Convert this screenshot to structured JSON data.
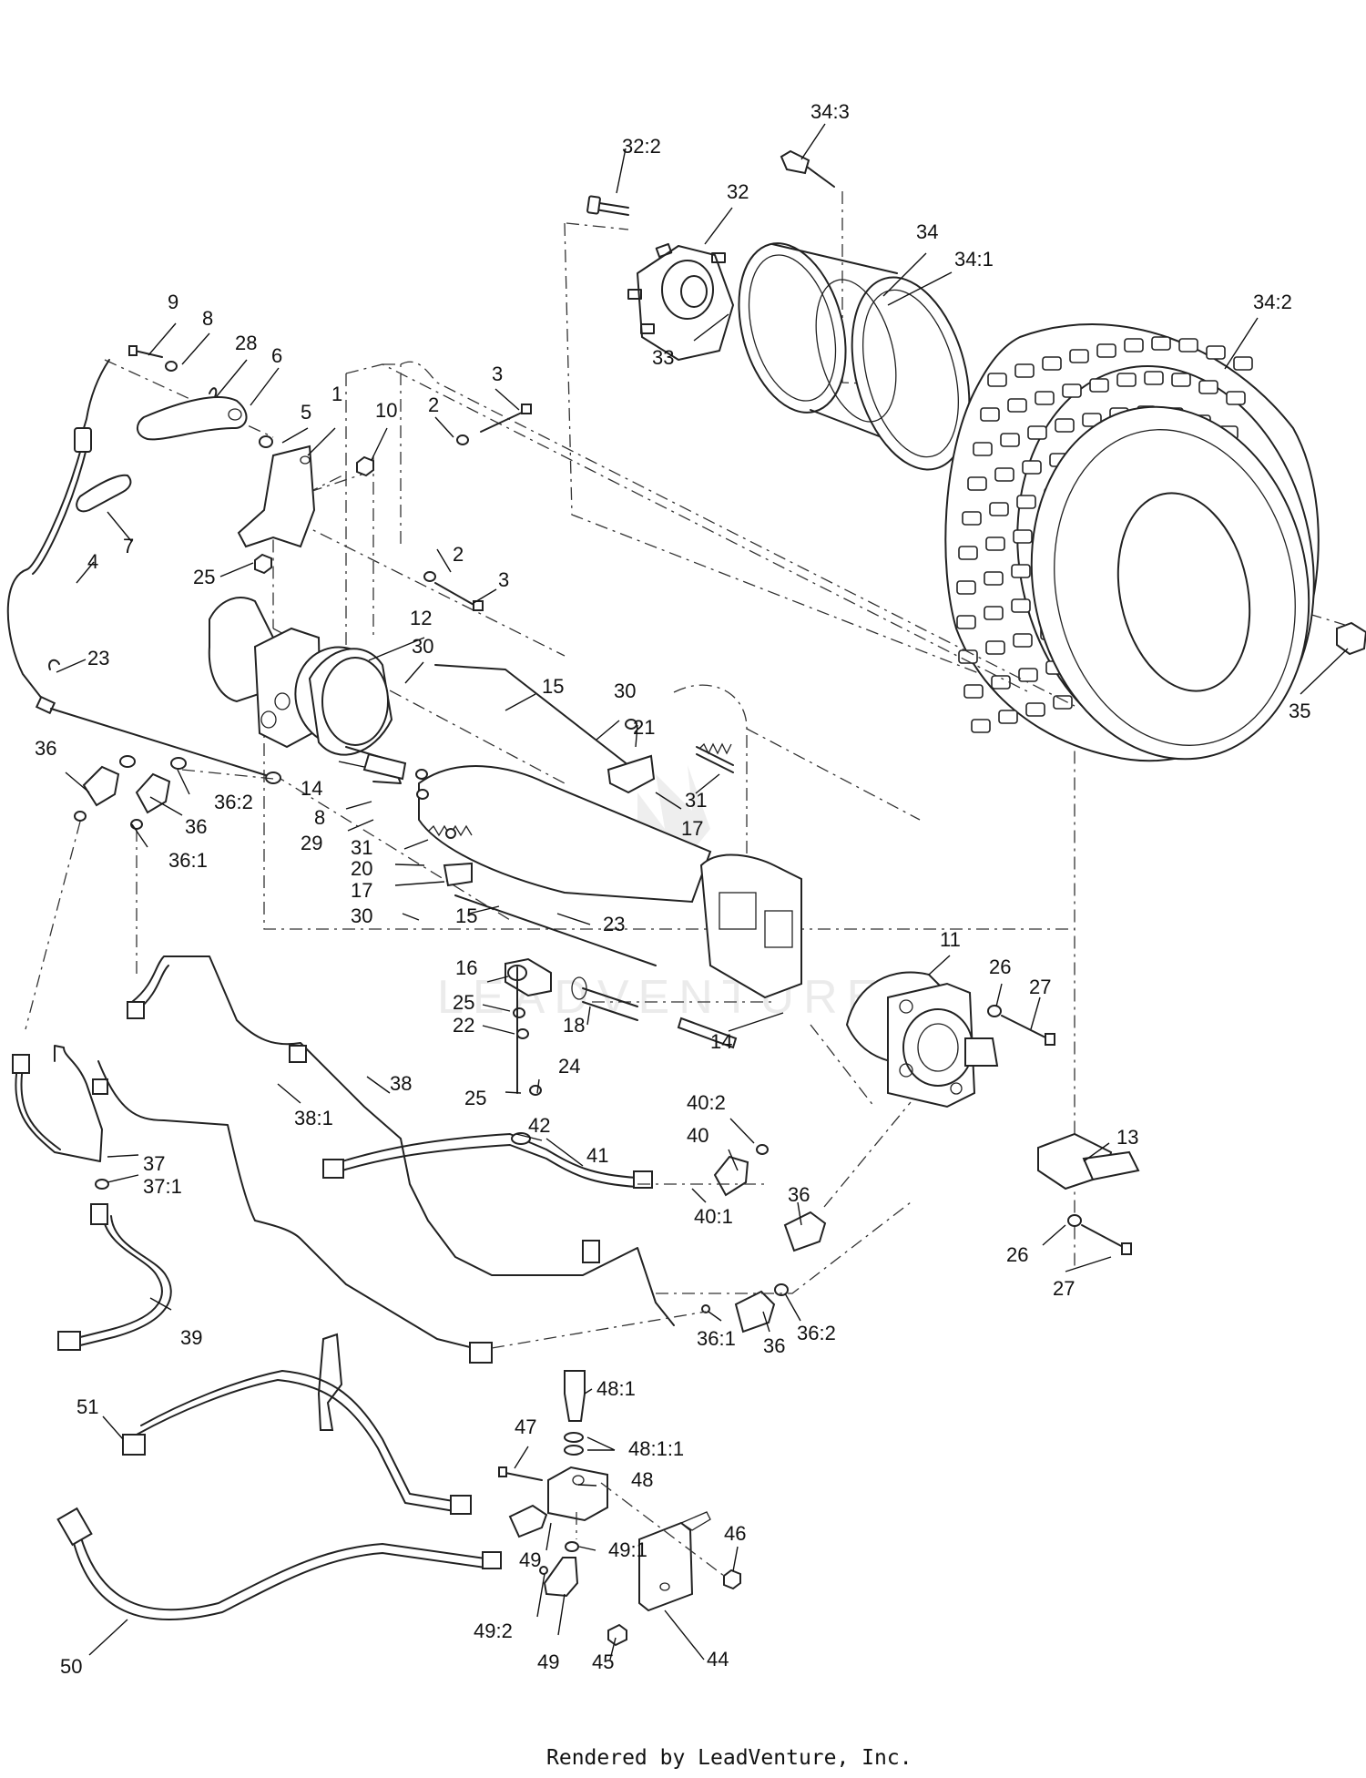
{
  "diagram": {
    "callouts": [
      {
        "id": "c-34-3",
        "text": "34:3"
      },
      {
        "id": "c-32-2",
        "text": "32:2"
      },
      {
        "id": "c-32",
        "text": "32"
      },
      {
        "id": "c-34",
        "text": "34"
      },
      {
        "id": "c-34-1",
        "text": "34:1"
      },
      {
        "id": "c-34-2",
        "text": "34:2"
      },
      {
        "id": "c-33",
        "text": "33"
      },
      {
        "id": "c-35",
        "text": "35"
      },
      {
        "id": "c-9",
        "text": "9"
      },
      {
        "id": "c-8a",
        "text": "8"
      },
      {
        "id": "c-28",
        "text": "28"
      },
      {
        "id": "c-6",
        "text": "6"
      },
      {
        "id": "c-5",
        "text": "5"
      },
      {
        "id": "c-1",
        "text": "1"
      },
      {
        "id": "c-10",
        "text": "10"
      },
      {
        "id": "c-2a",
        "text": "2"
      },
      {
        "id": "c-3a",
        "text": "3"
      },
      {
        "id": "c-7",
        "text": "7"
      },
      {
        "id": "c-4",
        "text": "4"
      },
      {
        "id": "c-25a",
        "text": "25"
      },
      {
        "id": "c-2b",
        "text": "2"
      },
      {
        "id": "c-3b",
        "text": "3"
      },
      {
        "id": "c-12",
        "text": "12"
      },
      {
        "id": "c-23a",
        "text": "23"
      },
      {
        "id": "c-30a",
        "text": "30"
      },
      {
        "id": "c-15a",
        "text": "15"
      },
      {
        "id": "c-30b",
        "text": "30"
      },
      {
        "id": "c-21",
        "text": "21"
      },
      {
        "id": "c-31a",
        "text": "31"
      },
      {
        "id": "c-17a",
        "text": "17"
      },
      {
        "id": "c-36a",
        "text": "36"
      },
      {
        "id": "c-36-2a",
        "text": "36:2"
      },
      {
        "id": "c-36b",
        "text": "36"
      },
      {
        "id": "c-36-1a",
        "text": "36:1"
      },
      {
        "id": "c-14a",
        "text": "14"
      },
      {
        "id": "c-8b",
        "text": "8"
      },
      {
        "id": "c-29",
        "text": "29"
      },
      {
        "id": "c-31b",
        "text": "31"
      },
      {
        "id": "c-20",
        "text": "20"
      },
      {
        "id": "c-17b",
        "text": "17"
      },
      {
        "id": "c-30c",
        "text": "30"
      },
      {
        "id": "c-15b",
        "text": "15"
      },
      {
        "id": "c-23b",
        "text": "23"
      },
      {
        "id": "c-11",
        "text": "11"
      },
      {
        "id": "c-26a",
        "text": "26"
      },
      {
        "id": "c-27a",
        "text": "27"
      },
      {
        "id": "c-16",
        "text": "16"
      },
      {
        "id": "c-25b",
        "text": "25"
      },
      {
        "id": "c-22",
        "text": "22"
      },
      {
        "id": "c-18",
        "text": "18"
      },
      {
        "id": "c-14b",
        "text": "14"
      },
      {
        "id": "c-24",
        "text": "24"
      },
      {
        "id": "c-25c",
        "text": "25"
      },
      {
        "id": "c-38",
        "text": "38"
      },
      {
        "id": "c-38-1",
        "text": "38:1"
      },
      {
        "id": "c-42",
        "text": "42"
      },
      {
        "id": "c-41",
        "text": "41"
      },
      {
        "id": "c-40-2",
        "text": "40:2"
      },
      {
        "id": "c-40",
        "text": "40"
      },
      {
        "id": "c-40-1",
        "text": "40:1"
      },
      {
        "id": "c-13",
        "text": "13"
      },
      {
        "id": "c-37",
        "text": "37"
      },
      {
        "id": "c-37-1",
        "text": "37:1"
      },
      {
        "id": "c-36c",
        "text": "36"
      },
      {
        "id": "c-26b",
        "text": "26"
      },
      {
        "id": "c-27b",
        "text": "27"
      },
      {
        "id": "c-39",
        "text": "39"
      },
      {
        "id": "c-36-1b",
        "text": "36:1"
      },
      {
        "id": "c-36d",
        "text": "36"
      },
      {
        "id": "c-36-2b",
        "text": "36:2"
      },
      {
        "id": "c-48-1",
        "text": "48:1"
      },
      {
        "id": "c-51",
        "text": "51"
      },
      {
        "id": "c-47",
        "text": "47"
      },
      {
        "id": "c-48-1-1",
        "text": "48:1:1"
      },
      {
        "id": "c-48",
        "text": "48"
      },
      {
        "id": "c-49a",
        "text": "49"
      },
      {
        "id": "c-49-1",
        "text": "49:1"
      },
      {
        "id": "c-46",
        "text": "46"
      },
      {
        "id": "c-49-2",
        "text": "49:2"
      },
      {
        "id": "c-49b",
        "text": "49"
      },
      {
        "id": "c-45",
        "text": "45"
      },
      {
        "id": "c-44",
        "text": "44"
      },
      {
        "id": "c-50",
        "text": "50"
      }
    ],
    "watermark": "LEADVENTURE",
    "footer": "Rendered by LeadVenture, Inc."
  }
}
